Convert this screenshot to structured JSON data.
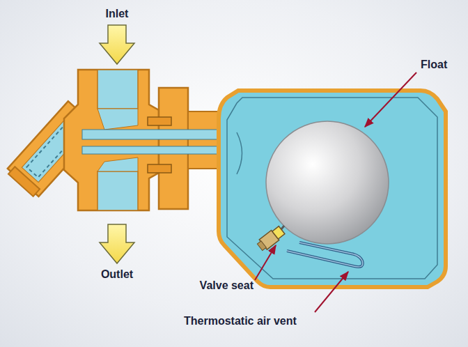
{
  "diagram": {
    "labels": [
      "Inlet",
      "Outlet",
      "Float",
      "Valve seat",
      "Thermostatic air vent"
    ]
  }
}
